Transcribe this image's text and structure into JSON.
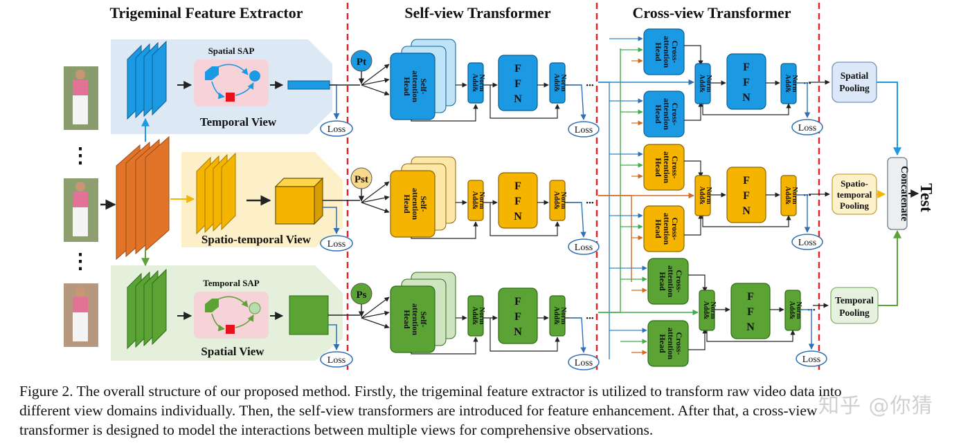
{
  "headers": {
    "extractor": "Trigeminal Feature Extractor",
    "self_view": "Self-view Transformer",
    "cross_view": "Cross-view Transformer"
  },
  "extractor": {
    "spatial_sap": "Spatial SAP",
    "temporal_view": "Temporal View",
    "spatio_temporal_view": "Spatio-temporal View",
    "temporal_sap": "Temporal SAP",
    "spatial_view": "Spatial View",
    "dots": "⋮"
  },
  "tokens": {
    "pt": "Pt",
    "pst": "Pst",
    "ps": "Ps"
  },
  "blocks": {
    "self_attention": [
      "Self-",
      "attention",
      "Head"
    ],
    "cross_attention": [
      "Cross-",
      "attention",
      "Head"
    ],
    "add_norm": [
      "Add&",
      "Norm"
    ],
    "ffn": [
      "F",
      "F",
      "N"
    ],
    "loss": "Loss",
    "ellipsis": "•••"
  },
  "outputs": {
    "spatial_pooling": [
      "Spatial",
      "Pooling"
    ],
    "spatiotemporal_pooling": [
      "Spatio-",
      "temporal",
      "Pooling"
    ],
    "temporal_pooling": [
      "Temporal",
      "Pooling"
    ],
    "concatenate": "Concatenate",
    "test": "Test"
  },
  "colors": {
    "blue": "#1b9ae3",
    "orange": "#f5b400",
    "green": "#5aa334",
    "brown": "#e2742a",
    "blue_bg": "#dde8f5",
    "orange_bg": "#fdf0c9",
    "green_bg": "#e4efdc",
    "divider": "#e0242a"
  },
  "caption": {
    "line1": "Figure 2. The overall structure of our proposed method. Firstly, the trigeminal feature extractor is utilized to transform raw video data into",
    "line2": "different view domains individually.  Then, the self-view transformers are introduced for feature enhancement.  After that, a cross-view",
    "line3": "transformer is designed to model the interactions between multiple views for comprehensive observations."
  },
  "watermark": "知乎 @你猜"
}
